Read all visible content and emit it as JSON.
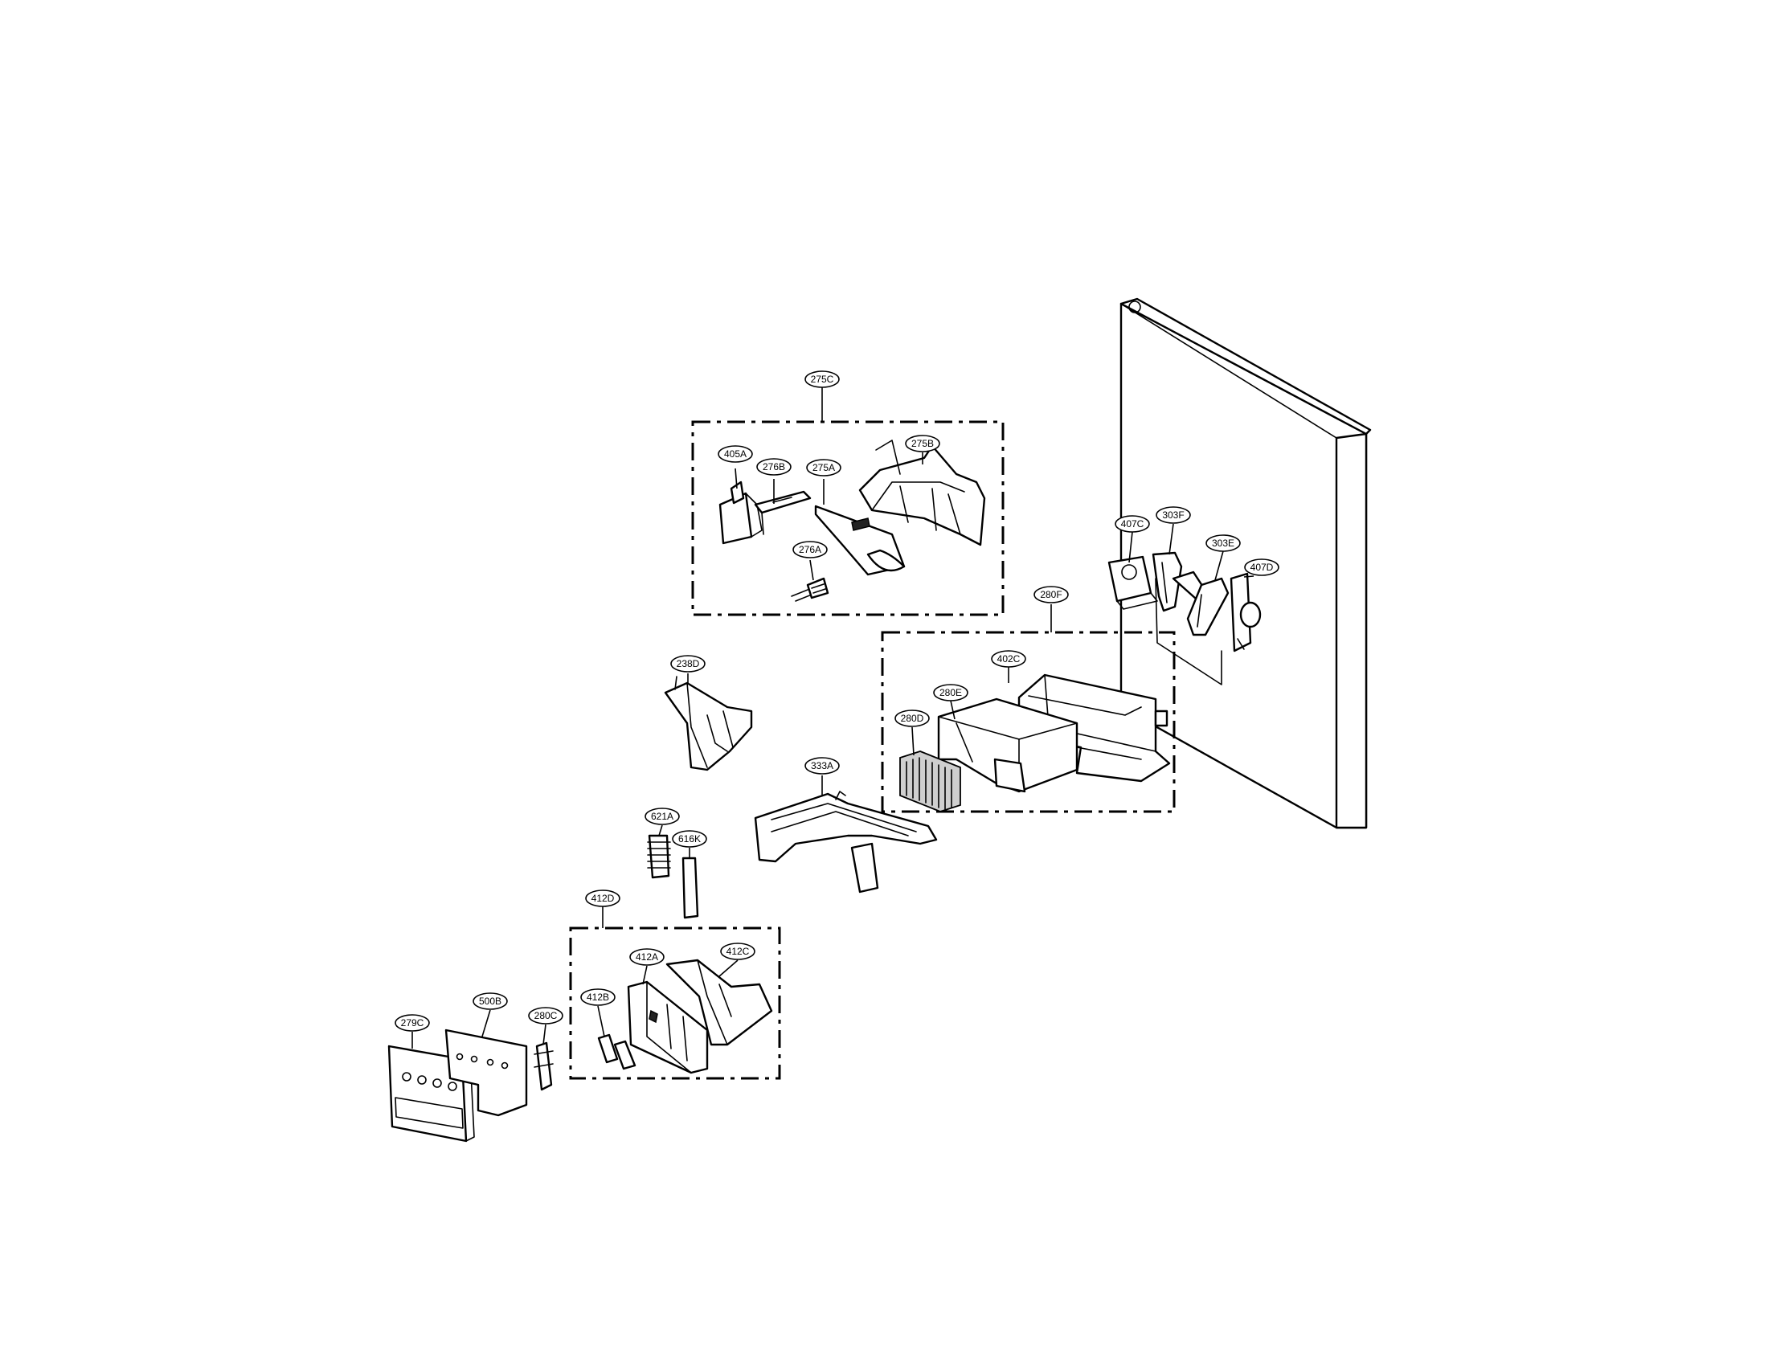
{
  "callouts": {
    "c275C": "275C",
    "c405A": "405A",
    "c276B": "276B",
    "c275A": "275A",
    "c275B": "275B",
    "c276A": "276A",
    "c238D": "238D",
    "c280F": "280F",
    "c402C": "402C",
    "c280E": "280E",
    "c280D": "280D",
    "c407C": "407C",
    "c303F": "303F",
    "c303E": "303E",
    "c407D": "407D",
    "c333A": "333A",
    "c621A": "621A",
    "c616K": "616K",
    "c412D": "412D",
    "c412A": "412A",
    "c412C": "412C",
    "c412B": "412B",
    "c279C": "279C",
    "c500B": "500B",
    "c280C": "280C"
  }
}
